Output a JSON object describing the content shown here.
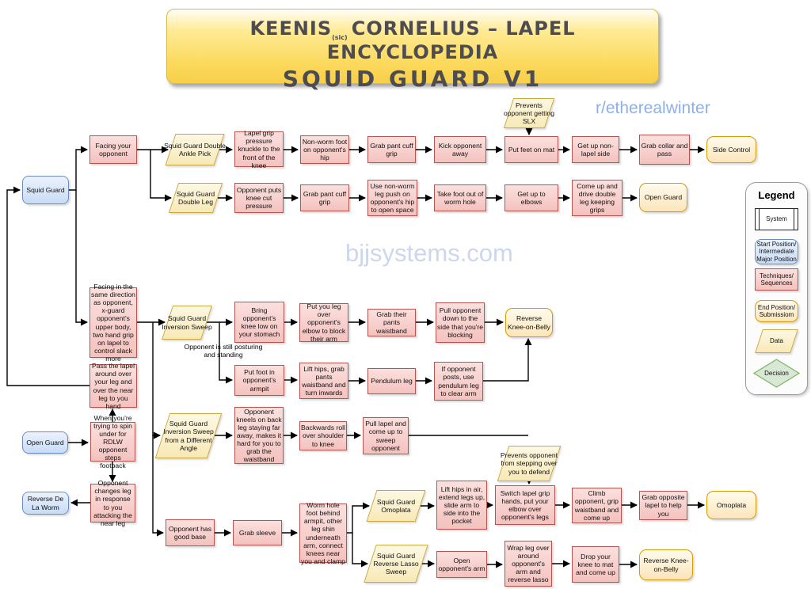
{
  "title": {
    "line1_main": "KEENIS",
    "line1_sic": "(sic)",
    "line1_rest": "CORNELIUS – LAPEL ENCYCLOPEDIA",
    "line2": "SQUID GUARD V1"
  },
  "watermarks": {
    "reddit": "r/etherealwinter",
    "site": "bjjsystems.com"
  },
  "annotation": "Opponent is still posturing and standing",
  "legend": {
    "title": "Legend",
    "system": "System",
    "start": "Start Position/ Intermediate Major Position",
    "techniques": "Techniques/ Sequences",
    "end": "End Position/ Submissiom",
    "data": "Data",
    "decision": "Decision"
  },
  "colors": {
    "start_fill": "#dae8fc",
    "start_border": "#6c8ebf",
    "technique_fill": "#f8cecc",
    "technique_border": "#b85450",
    "end_fill": "#ffe6cc",
    "end_border": "#d79b00",
    "data_fill": "#fff2cc",
    "data_border": "#c9a83d",
    "decision_fill": "#d5e8d4",
    "decision_border": "#82b366",
    "banner_fill": "#fcda5e",
    "watermark_blue": "#8fb0e6"
  },
  "nodes": {
    "squid_guard": "Squid Guard",
    "facing_opponent": "Facing your opponent",
    "sg_double_ankle_pick": "Squid Guard Double Ankle Pick",
    "lapel_grip_pressure": "Lapel grip pressure knuckle to the front of the knee",
    "nonworm_foot_hip": "Non-worm foot on opponent's hip",
    "grab_pant_cuff_1": "Grab pant cuff grip",
    "kick_away": "Kick opponent away",
    "put_feet_mat": "Put feet on mat",
    "getup_nonlapel": "Get up non-lapel side",
    "grab_collar_pass": "Grab collar and pass",
    "side_control": "Side Control",
    "prevents_slx": "Prevents opponent getting SLX",
    "sg_double_leg": "Squid Guard Double Leg",
    "opp_knee_cut": "Opponent puts knee cut pressure",
    "grab_pant_cuff_2": "Grab pant cuff grip",
    "nonworm_push": "Use non-worm leg push on opponent's hip to open space",
    "take_foot_out": "Take foot out of worm hole",
    "getup_elbows": "Get up to elbows",
    "comeup_doubleleg": "Come up and drive double leg keeping grips",
    "open_guard_end": "Open Guard",
    "facing_same_dir": "Facing in the same direction as opponent, x-guard opponent's upper body, two hand grip on lapel to control slack more",
    "sg_inversion_sweep": "Squid Guard Inversion Sweep",
    "bring_knee_low": "Bring opponent's knee low on your stomach",
    "leg_over_elbow": "Put you leg over opponent's elbow to block their arm",
    "grab_pants_waistband": "Grab their pants waistband",
    "pull_down_side": "Pull opponent down to the side that you're blocking",
    "reverse_kob_1": "Reverse Knee-on-Belly",
    "put_foot_armpit": "Put foot in opponent's armpit",
    "lift_hips_grab": "Lift hips, grab pants waistband and turn inwards",
    "pendulum_leg": "Pendulum leg",
    "if_opp_posts": "If opponent posts, use pendulum leg to clear arm",
    "pass_lapel": "Pass the lapel around over your leg and over the near leg to you hand",
    "when_spin_rdlw": "When you're trying to spin under for RDLW opponent steps footback",
    "open_guard_start": "Open Guard",
    "opp_changes_leg": "Opponent changes leg in response to you attacking the near leg",
    "reverse_de_la_worm": "Reverse De La Worm",
    "sg_inversion_sweep_diff": "Squid Guard Inversion Sweep from a Different Angle",
    "opp_kneels_back": "Opponent kneels on back leg staying far away, makes it hard for you to grab the waistband",
    "backwards_roll": "Backwards roll over shoulder to knee",
    "pull_lapel_sweep": "Pull lapel and come up to sweep opponent",
    "opp_good_base": "Opponent has good base",
    "grab_sleeve": "Grab sleeve",
    "worm_hole_foot": "Worm hole foot behind armpit, other leg shin underneath arm, connect knees near you and clamp",
    "sg_omoplata": "Squid Guard Omoplata",
    "lift_hips_air": "Lift hips in air, extend legs up, slide arm to side into the pocket",
    "prevents_stepover": "Prevents opponent from stepping over you to defend",
    "switch_lapel_grip": "Switch lapel grip hands, put your elbow over opponent's legs",
    "climb_opponent": "Climb opponent, grip waistband and come up",
    "grab_opp_lapel": "Grab opposite lapel to help you",
    "omoplata_end": "Omoplata",
    "sg_reverse_lasso": "Squid Guard Reverse Lasso Sweep",
    "open_opp_arm": "Open opponent's arm",
    "wrap_leg_lasso": "Wrap leg over around opponent's arm and reverse lasso",
    "drop_knee_mat": "Drop your knee to mat and come up",
    "reverse_kob_2": "Reverse Knee-on-Belly"
  }
}
